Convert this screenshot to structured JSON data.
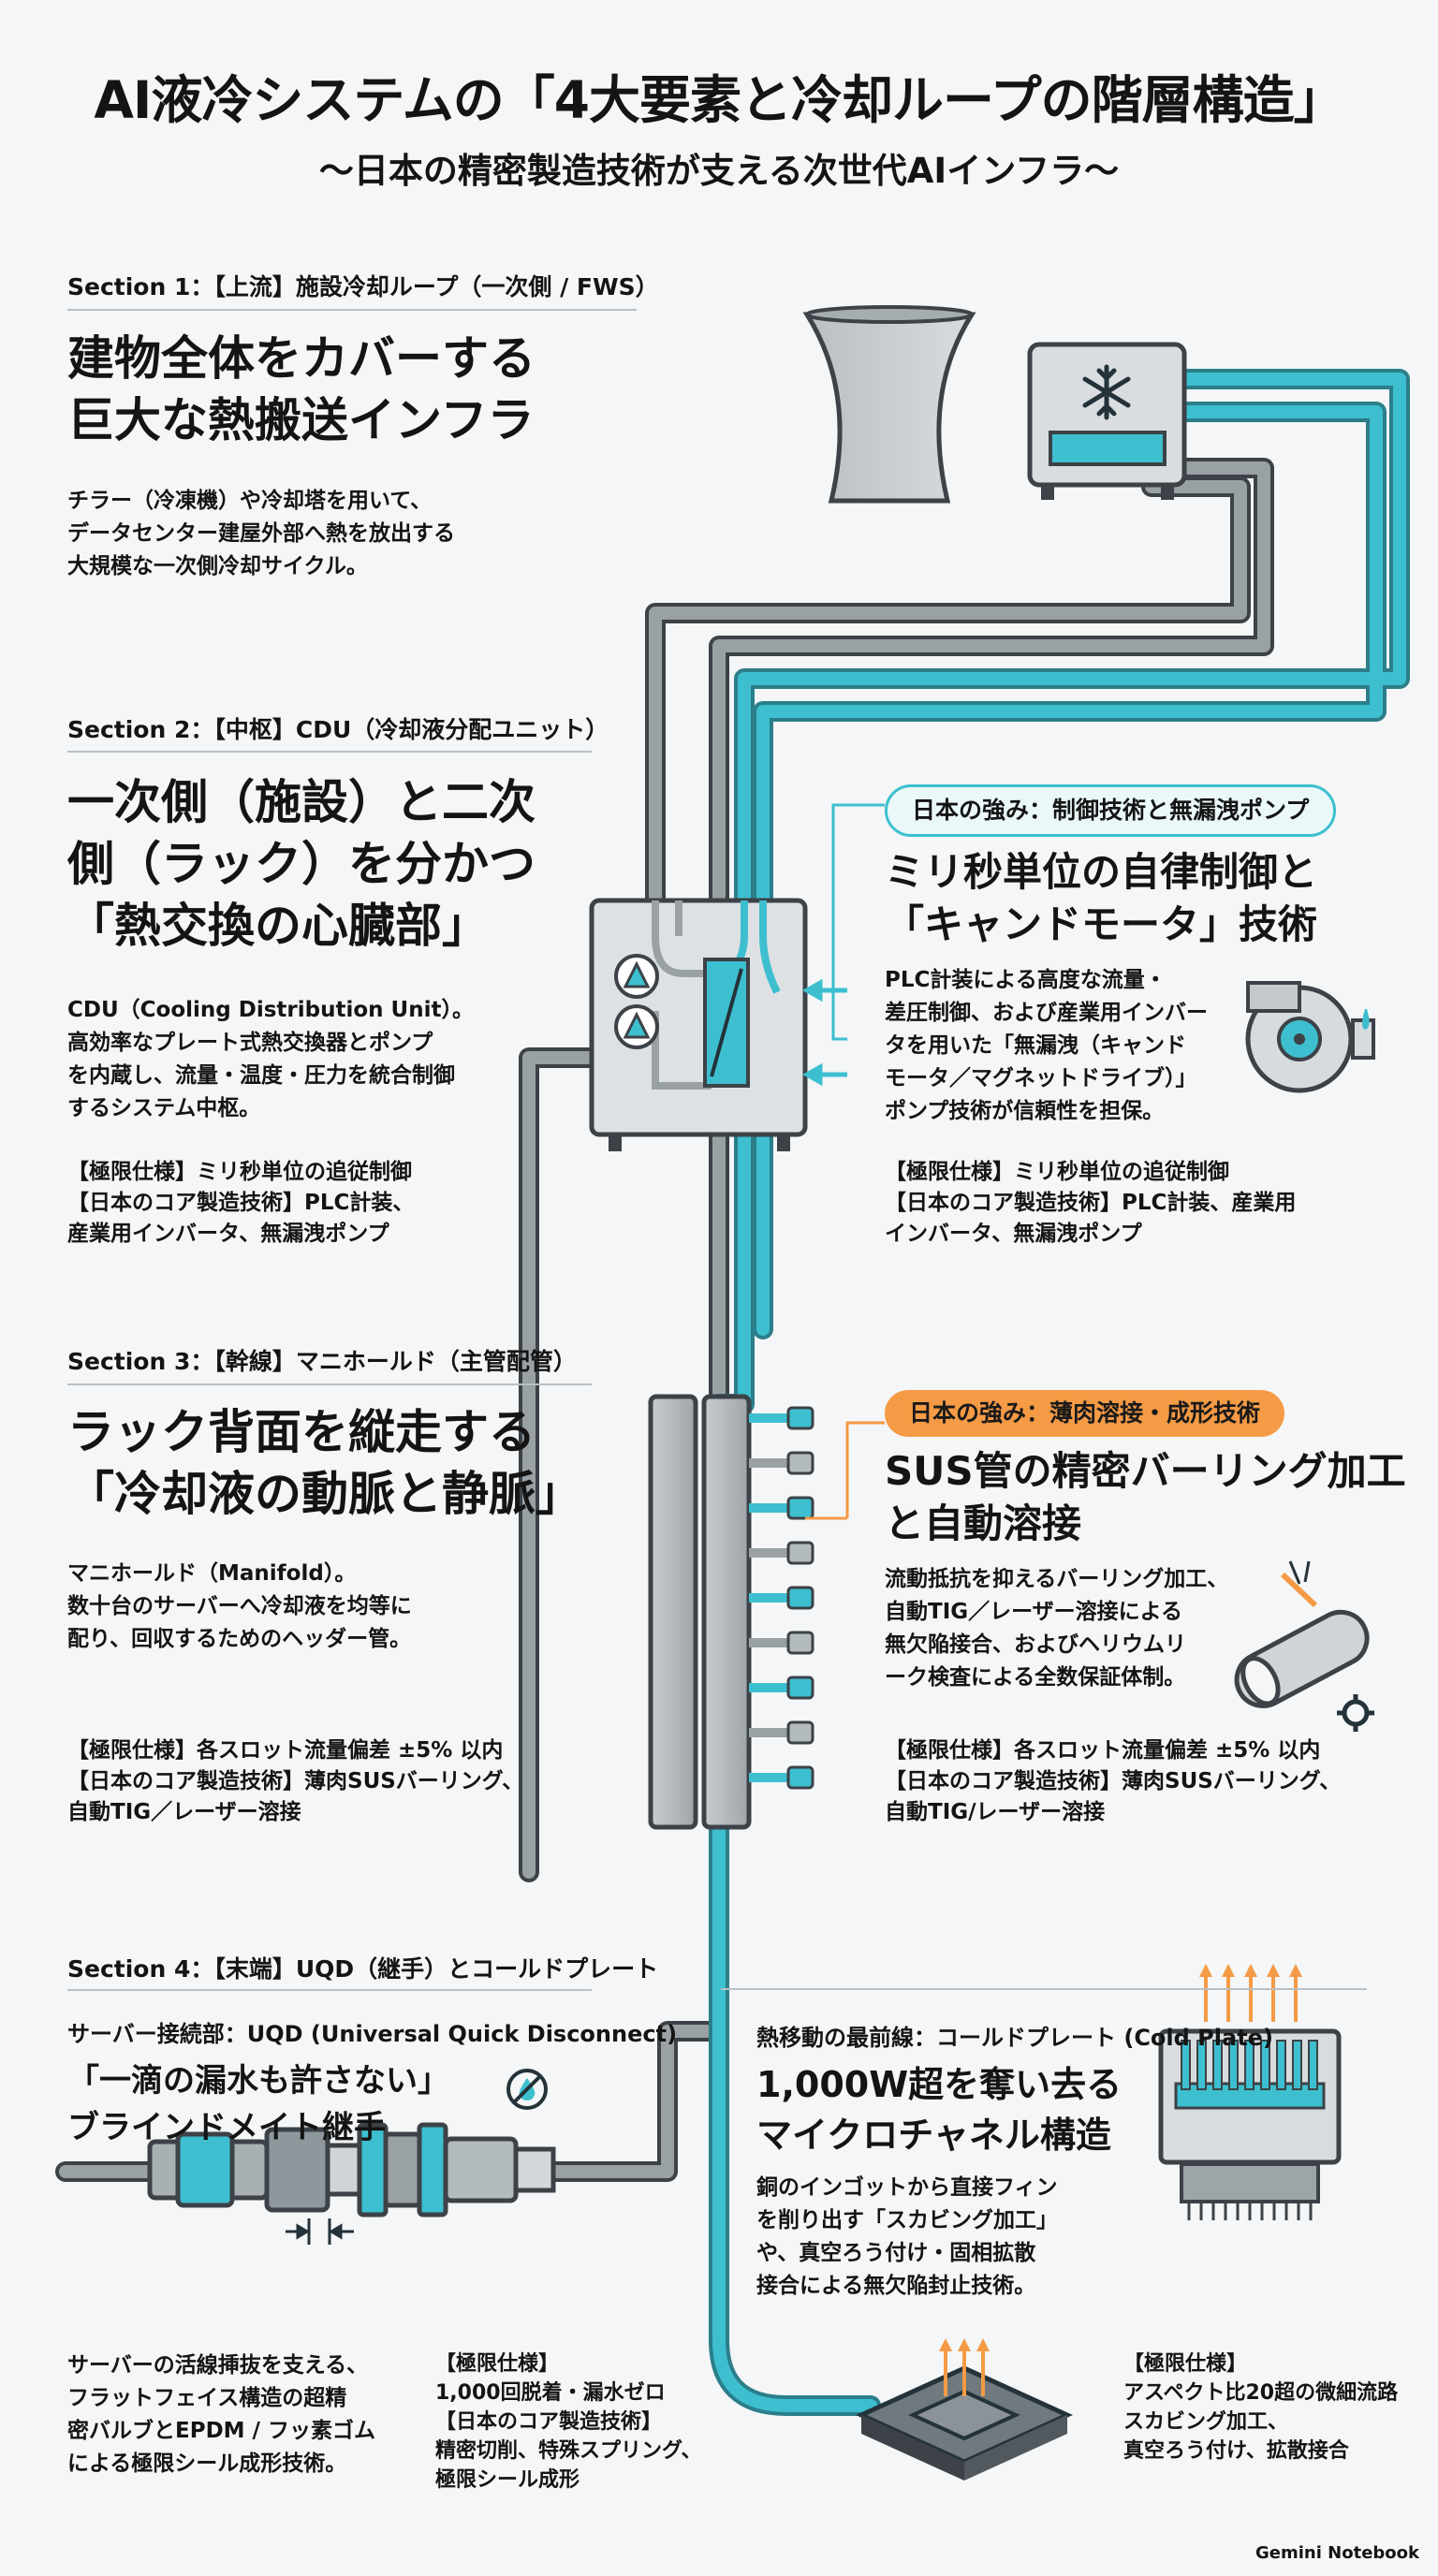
{
  "header": {
    "title": "AI液冷システムの「4大要素と冷却ループの階層構造」",
    "subtitle": "〜日本の精密製造技術が支える次世代AIインフラ〜"
  },
  "section1": {
    "label": "Section 1：【上流】施設冷却ループ（一次側 / FWS）",
    "headline": "建物全体をカバーする\n巨大な熱搬送インフラ",
    "body": "チラー（冷凍機）や冷却塔を用いて、\nデータセンター建屋外部へ熱を放出する\n大規模な一次側冷却サイクル。"
  },
  "section2": {
    "label": "Section 2：【中枢】CDU（冷却液分配ユニット）",
    "headline": "一次側（施設）と二次\n側（ラック）を分かつ\n「熱交換の心臓部」",
    "body": "CDU（Cooling Distribution Unit）。\n高効率なプレート式熱交換器とポンプ\nを内蔵し、流量・温度・圧力を統合制御\nするシステム中枢。",
    "spec": "【極限仕様】ミリ秒単位の追従制御\n【日本のコア製造技術】PLC計装、\n産業用インバータ、無漏洩ポンプ",
    "badge": "日本の強み：制御技術と無漏洩ポンプ",
    "right_headline": "ミリ秒単位の自律制御と\n「キャンドモータ」技術",
    "right_body": "PLC計装による高度な流量・\n差圧制御、および産業用インバー\nタを用いた「無漏洩（キャンド\nモータ／マグネットドライブ）」\nポンプ技術が信頼性を担保。",
    "right_spec": "【極限仕様】ミリ秒単位の追従制御\n【日本のコア製造技術】PLC計装、産業用\nインバータ、無漏洩ポンプ"
  },
  "section3": {
    "label": "Section 3：【幹線】マニホールド（主管配管）",
    "headline": "ラック背面を縦走する\n「冷却液の動脈と静脈」",
    "body": "マニホールド（Manifold）。\n数十台のサーバーへ冷却液を均等に\n配り、回収するためのヘッダー管。",
    "spec": "【極限仕様】各スロット流量偏差 ±5% 以内\n【日本のコア製造技術】薄肉SUSバーリング、\n自動TIG／レーザー溶接",
    "badge": "日本の強み：薄肉溶接・成形技術",
    "right_headline": "SUS管の精密バーリング加工\nと自動溶接",
    "right_body": "流動抵抗を抑えるバーリング加工、\n自動TIG／レーザー溶接による\n無欠陥接合、およびヘリウムリ\nーク検査による全数保証体制。",
    "right_spec": "【極限仕様】各スロット流量偏差 ±5% 以内\n【日本のコア製造技術】薄肉SUSバーリング、\n自動TIG/レーザー溶接"
  },
  "section4": {
    "label": "Section 4：【末端】UQD（継手）とコールドプレート",
    "uqd_label": "サーバー接続部：UQD (Universal Quick Disconnect)",
    "uqd_headline": "「一滴の漏水も許さない」\nブラインドメイト継手",
    "uqd_body": "サーバーの活線挿抜を支える、\nフラットフェイス構造の超精\n密バルブとEPDM / フッ素ゴム\nによる極限シール成形技術。",
    "uqd_spec": "【極限仕様】\n1,000回脱着・漏水ゼロ\n【日本のコア製造技術】\n精密切削、特殊スプリング、\n極限シール成形",
    "cp_label": "熱移動の最前線：コールドプレート (Cold Plate)",
    "cp_headline": "1,000W超を奪い去る\nマイクロチャネル構造",
    "cp_body": "銅のインゴットから直接フィン\nを削り出す「スカビング加工」\nや、真空ろう付け・固相拡散\n接合による無欠陥封止技術。",
    "cp_spec": "【極限仕様】\nアスペクト比20超の微細流路\nスカビング加工、\n真空ろう付け、拡散接合"
  },
  "footer": {
    "brand": "Gemini Notebook"
  },
  "colors": {
    "teal": "#3dbfcf",
    "gray_pipe": "#8c9397",
    "dark": "#3c4247",
    "badge_teal": "#3dbfcf",
    "badge_orange": "#f59a45"
  }
}
